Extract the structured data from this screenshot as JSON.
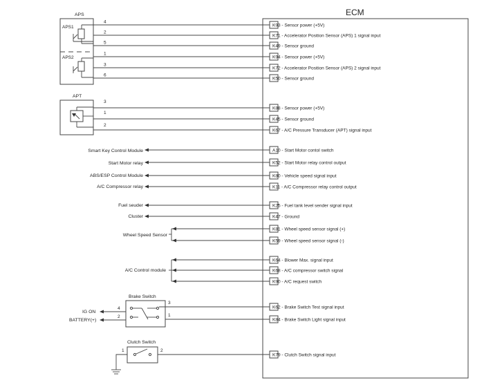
{
  "ecm": {
    "title": "ECM"
  },
  "aps": {
    "title": "APS",
    "sensor1": "APS1",
    "sensor2": "APS2"
  },
  "apt": {
    "title": "APT"
  },
  "aps_pins": [
    "4",
    "2",
    "5",
    "1",
    "3",
    "6"
  ],
  "apt_pins": [
    "3",
    "1",
    "2"
  ],
  "ecm_pins": [
    {
      "code": "K93",
      "desc": "Sensor power (+5V)"
    },
    {
      "code": "K71",
      "desc": "Accelerator Position Sensor (APS) 1 signal input"
    },
    {
      "code": "K49",
      "desc": "Sensor ground"
    },
    {
      "code": "K94",
      "desc": "Sensor power (+5V)"
    },
    {
      "code": "K72",
      "desc": "Accelerator Position Sensor (APS) 2 signal input"
    },
    {
      "code": "K50",
      "desc": "Sensor ground"
    },
    {
      "code": "K88",
      "desc": "Sensor power (+5V)"
    },
    {
      "code": "K45",
      "desc": "Sensor ground"
    },
    {
      "code": "K67",
      "desc": "A/C Pressure Transducer (APT) signal input"
    },
    {
      "code": "A10",
      "desc": "Start Motor contol switch"
    },
    {
      "code": "K52",
      "desc": "Start Motor relay control output"
    },
    {
      "code": "K80",
      "desc": "Vehicle speed signal input"
    },
    {
      "code": "K11",
      "desc": "A/C Compressor relay control output"
    },
    {
      "code": "K25",
      "desc": "Fuel tank level sender signal input"
    },
    {
      "code": "K47",
      "desc": "Ground"
    },
    {
      "code": "K81",
      "desc": "Wheel speed sensor signal (+)"
    },
    {
      "code": "K59",
      "desc": "Wheel speed sensor signal (-)"
    },
    {
      "code": "K64",
      "desc": "Blower Max. signal input"
    },
    {
      "code": "K68",
      "desc": "A/C compressor switch signal"
    },
    {
      "code": "K90",
      "desc": "A/C request switch"
    },
    {
      "code": "K62",
      "desc": "Brake Switch Test signal input"
    },
    {
      "code": "K84",
      "desc": "Brake Switch Light signal input"
    },
    {
      "code": "K79",
      "desc": "Clutch Switch signal input"
    }
  ],
  "outputs": {
    "smart_key": "Smart Key Control Module",
    "start_motor": "Start Motor relay",
    "abs_esp": "ABS/ESP Control Module",
    "ac_comp": "A/C Compressor relay",
    "fuel": "Fuel seuder",
    "cluster": "Cluster",
    "wheel": "Wheel Speed Sensor",
    "ac_control": "A/C Control module"
  },
  "brake": {
    "title": "Brake Switch",
    "ig_on": "IG ON",
    "battery": "BATTERY(+)",
    "pins": [
      "3",
      "1",
      "4",
      "2"
    ]
  },
  "clutch": {
    "title": "Clutch Switch",
    "pins": [
      "1",
      "2"
    ]
  }
}
